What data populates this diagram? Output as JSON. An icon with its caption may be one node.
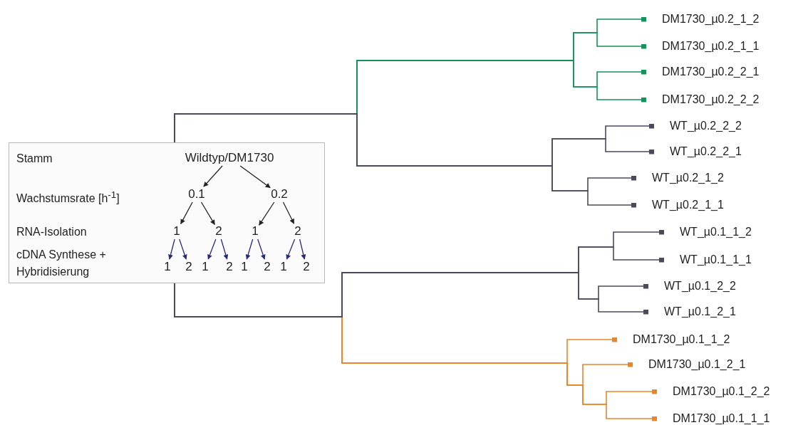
{
  "diagram": {
    "nodes": [
      {
        "text": [
          "Stamm",
          "Wachstumsrate [h$^{-1}$]",
          "RNA-Isolation",
          "cDNA Synthese + Hybridisierung"
        ]
      },
      {
        "text": [
          "Wildtyp/DM1730"
        ],
        "in": 0
      },
      {
        "text": [
          "0.1"
        ],
        "in": 0
      },
      {
        "text": [
          "0.2"
        ],
        "in": 0
      },
      {
        "text": [
          "1"
        ],
        "in": 0
      },
      {
        "text": [
          "2"
        ],
        "in": 0
      },
      {
        "text": [
          "1"
        ],
        "in": 0
      },
      {
        "text": [
          "2"
        ],
        "in": 0
      },
      {
        "text": [
          "1"
        ],
        "in": 0
      },
      {
        "text": [
          "2"
        ],
        "in": 0
      },
      {
        "text": [
          "1"
        ],
        "in": 0
      },
      {
        "text": [
          "2"
        ],
        "in": 0
      },
      {
        "text": [
          "1"
        ],
        "in": 0
      },
      {
        "text": [
          "2"
        ],
        "in": 0
      },
      {
        "text": [
          "1"
        ],
        "in": 0
      },
      {
        "text": [
          "2"
        ],
        "in": 0
      },
      {
        "text": [
          "DM1730_µ0.2_1_2"
        ]
      },
      {
        "text": [
          "DM1730_µ0.2_1_1"
        ]
      },
      {
        "text": [
          "DM1730_µ0.2_2_1"
        ]
      },
      {
        "text": [
          "DM1730_µ0.2_2_2"
        ]
      },
      {
        "text": [
          "WT_µ0.2_2_2"
        ]
      },
      {
        "text": [
          "WT_µ0.2_2_1"
        ]
      },
      {
        "text": [
          "WT_µ0.2_1_2"
        ]
      },
      {
        "text": [
          "WT_µ0.2_1_1"
        ]
      },
      {
        "text": [
          "WT_µ0.1_1_2"
        ]
      },
      {
        "text": [
          "WT_µ0.1_1_1"
        ]
      },
      {
        "text": [
          "WT_µ0.1_2_2"
        ]
      },
      {
        "text": [
          "WT_µ0.1_2_1"
        ]
      },
      {
        "text": [
          "DM1730_µ0.1_1_2"
        ]
      },
      {
        "text": [
          "DM1730_µ0.1_2_1"
        ]
      },
      {
        "text": [
          "DM1730_µ0.1_2_2"
        ]
      },
      {
        "text": [
          "DM1730_µ0.1_1_1"
        ]
      }
    ],
    "edges": [
      {
        "from": 1,
        "to": 2,
        "arrow": "to",
        "color": "#222222"
      },
      {
        "from": 1,
        "to": 3,
        "arrow": "to",
        "color": "#222222"
      },
      {
        "from": 2,
        "to": 4,
        "arrow": "to",
        "color": "#222222"
      },
      {
        "from": 2,
        "to": 5,
        "arrow": "to",
        "color": "#222222"
      },
      {
        "from": 3,
        "to": 6,
        "arrow": "to",
        "color": "#222222"
      },
      {
        "from": 3,
        "to": 7,
        "arrow": "to",
        "color": "#222222"
      },
      {
        "from": 4,
        "to": 8,
        "arrow": "to",
        "color": "#2b2b7a"
      },
      {
        "from": 4,
        "to": 9,
        "arrow": "to",
        "color": "#2b2b7a"
      },
      {
        "from": 5,
        "to": 10,
        "arrow": "to",
        "color": "#2b2b7a"
      },
      {
        "from": 5,
        "to": 11,
        "arrow": "to",
        "color": "#2b2b7a"
      },
      {
        "from": 6,
        "to": 12,
        "arrow": "to",
        "color": "#2b2b7a"
      },
      {
        "from": 6,
        "to": 13,
        "arrow": "to",
        "color": "#2b2b7a"
      },
      {
        "from": 7,
        "to": 14,
        "arrow": "to",
        "color": "#2b2b7a"
      },
      {
        "from": 7,
        "to": 15,
        "arrow": "to",
        "color": "#2b2b7a"
      },
      {
        "from": 0,
        "to": 16,
        "arrow": "other",
        "color": "#17905a"
      },
      {
        "from": 0,
        "to": 17,
        "arrow": "other",
        "color": "#17905a"
      },
      {
        "from": 0,
        "to": 18,
        "arrow": "other",
        "color": "#17905a"
      },
      {
        "from": 0,
        "to": 19,
        "arrow": "other",
        "color": "#17905a"
      },
      {
        "from": 0,
        "to": 20,
        "arrow": "other"
      },
      {
        "from": 0,
        "to": 21,
        "arrow": "other"
      },
      {
        "from": 0,
        "to": 22,
        "arrow": "other"
      },
      {
        "from": 0,
        "to": 23,
        "arrow": "other"
      },
      {
        "from": 0,
        "to": 24,
        "arrow": "other"
      },
      {
        "from": 0,
        "to": 25,
        "arrow": "other"
      },
      {
        "from": 0,
        "to": 26,
        "arrow": "other"
      },
      {
        "from": 0,
        "to": 27,
        "arrow": "other"
      },
      {
        "from": 0,
        "to": 28,
        "arrow": "other",
        "color": "#e8862a"
      },
      {
        "from": 0,
        "to": 29,
        "arrow": "other",
        "color": "#e8862a"
      },
      {
        "from": 0,
        "to": 30,
        "arrow": "other",
        "color": "#e8862a"
      },
      {
        "from": 0,
        "to": 31,
        "arrow": "other",
        "color": "#e8862a"
      }
    ]
  }
}
